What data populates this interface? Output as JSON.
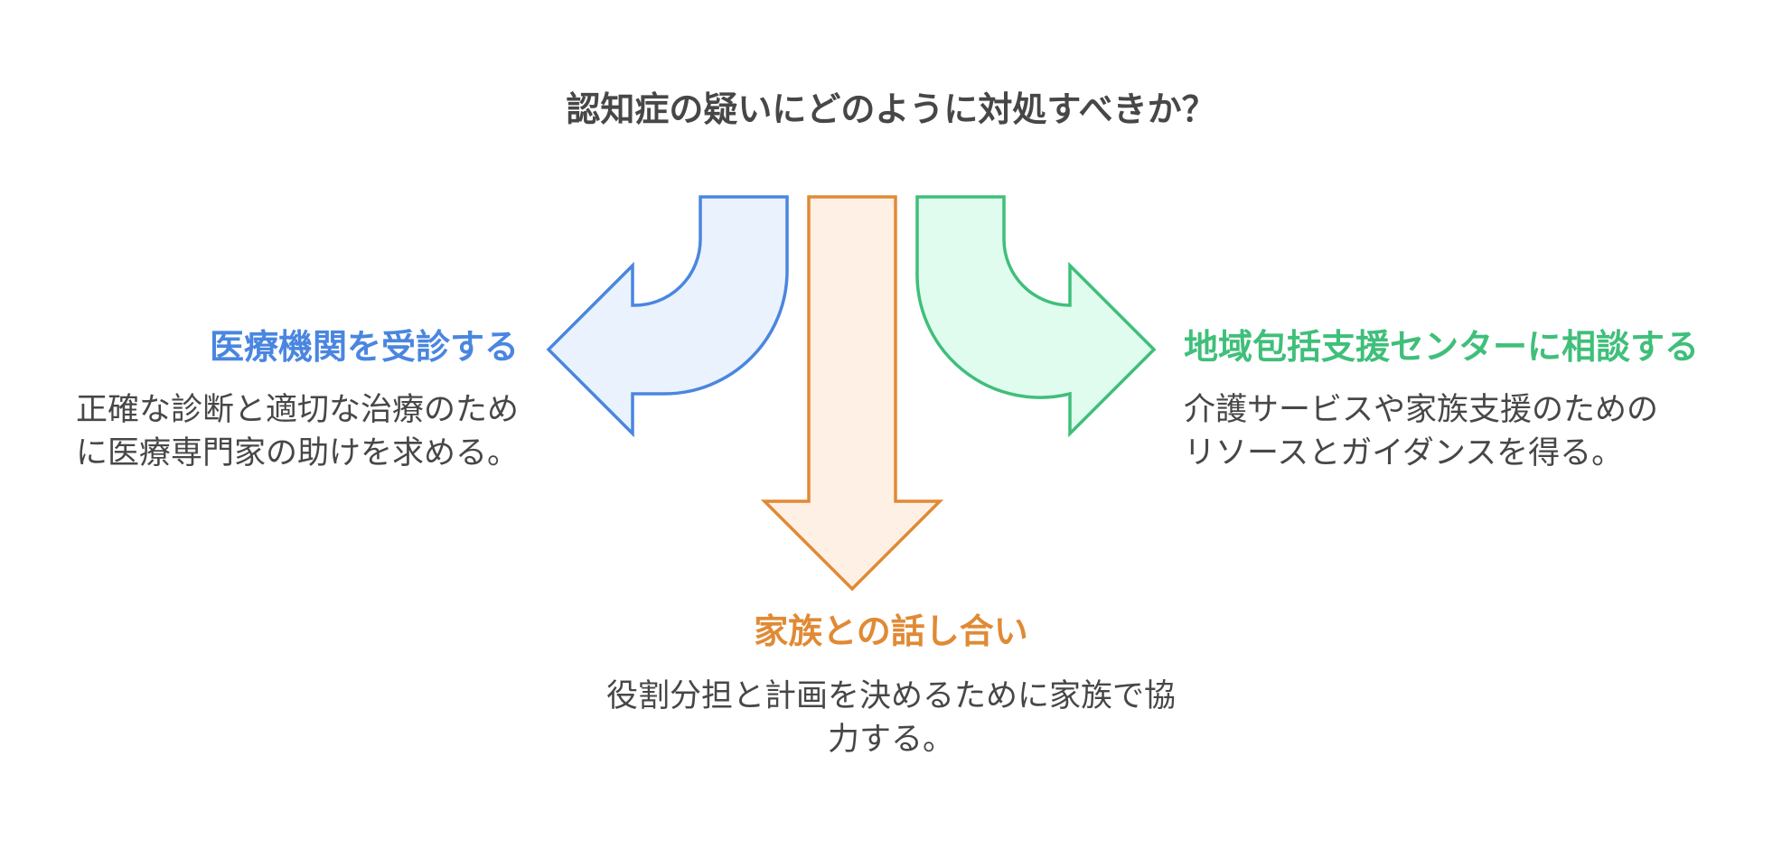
{
  "question": "認知症の疑いにどのように対処すべきか？",
  "colors": {
    "question_text": "#474747",
    "body_text": "#474747",
    "left_stroke": "#4a86e0",
    "left_fill": "#eaf2fd",
    "bottom_stroke": "#e08a35",
    "bottom_fill": "#fef0e4",
    "right_stroke": "#3fbf7a",
    "right_fill": "#e0fcef"
  },
  "options": {
    "left": {
      "title": "医療機関を受診する",
      "description": "正確な診断と適切な治療のために医療専門家の助けを求める。"
    },
    "bottom": {
      "title": "家族との話し合い",
      "description": "役割分担と計画を決めるために家族で協力する。"
    },
    "right": {
      "title": "地域包括支援センターに相談する",
      "description": "介護サービスや家族支援のためのリソースとガイダンスを得る。"
    }
  }
}
